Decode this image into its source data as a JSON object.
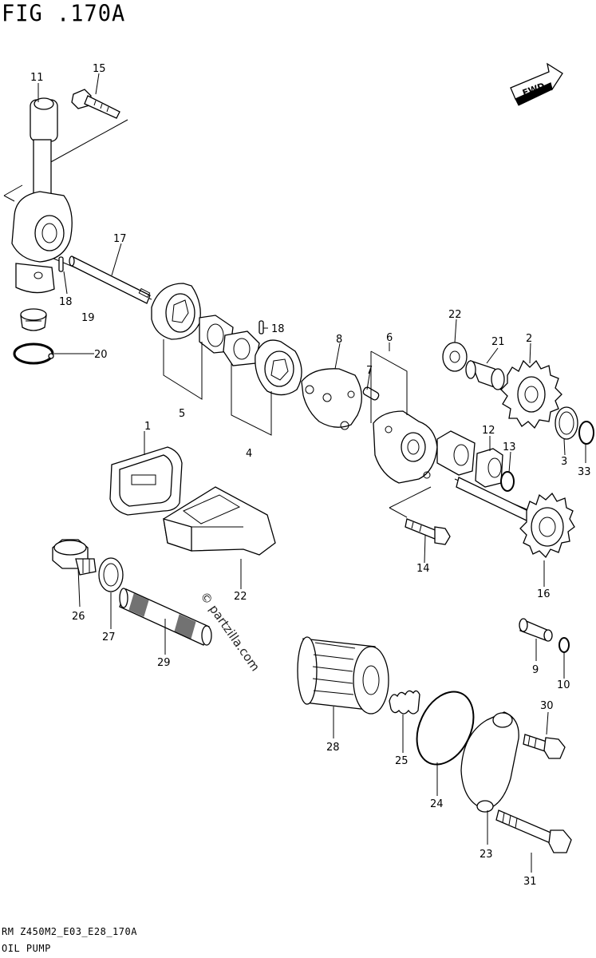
{
  "figure": {
    "title": "FIG .170A",
    "fwd_label": "FWD",
    "watermark": "© partzilla.com",
    "footer_code": "RM Z450M2_E03_E28_170A",
    "footer_name": "OIL PUMP"
  },
  "callouts": [
    {
      "id": "c1",
      "label": "1"
    },
    {
      "id": "c2",
      "label": "2"
    },
    {
      "id": "c3",
      "label": "3"
    },
    {
      "id": "c4",
      "label": "4"
    },
    {
      "id": "c5",
      "label": "5"
    },
    {
      "id": "c6",
      "label": "6"
    },
    {
      "id": "c7",
      "label": "7"
    },
    {
      "id": "c8",
      "label": "8"
    },
    {
      "id": "c9",
      "label": "9"
    },
    {
      "id": "c10",
      "label": "10"
    },
    {
      "id": "c11",
      "label": "11"
    },
    {
      "id": "c12",
      "label": "12"
    },
    {
      "id": "c13",
      "label": "13"
    },
    {
      "id": "c14",
      "label": "14"
    },
    {
      "id": "c15",
      "label": "15"
    },
    {
      "id": "c16",
      "label": "16"
    },
    {
      "id": "c17",
      "label": "17"
    },
    {
      "id": "c18a",
      "label": "18"
    },
    {
      "id": "c18b",
      "label": "18"
    },
    {
      "id": "c19",
      "label": "19"
    },
    {
      "id": "c20",
      "label": "20"
    },
    {
      "id": "c21",
      "label": "21"
    },
    {
      "id": "c22a",
      "label": "22"
    },
    {
      "id": "c22b",
      "label": "22"
    },
    {
      "id": "c23",
      "label": "23"
    },
    {
      "id": "c24",
      "label": "24"
    },
    {
      "id": "c25",
      "label": "25"
    },
    {
      "id": "c26",
      "label": "26"
    },
    {
      "id": "c27",
      "label": "27"
    },
    {
      "id": "c28",
      "label": "28"
    },
    {
      "id": "c29",
      "label": "29"
    },
    {
      "id": "c30",
      "label": "30"
    },
    {
      "id": "c31",
      "label": "31"
    },
    {
      "id": "c33",
      "label": "33"
    }
  ]
}
